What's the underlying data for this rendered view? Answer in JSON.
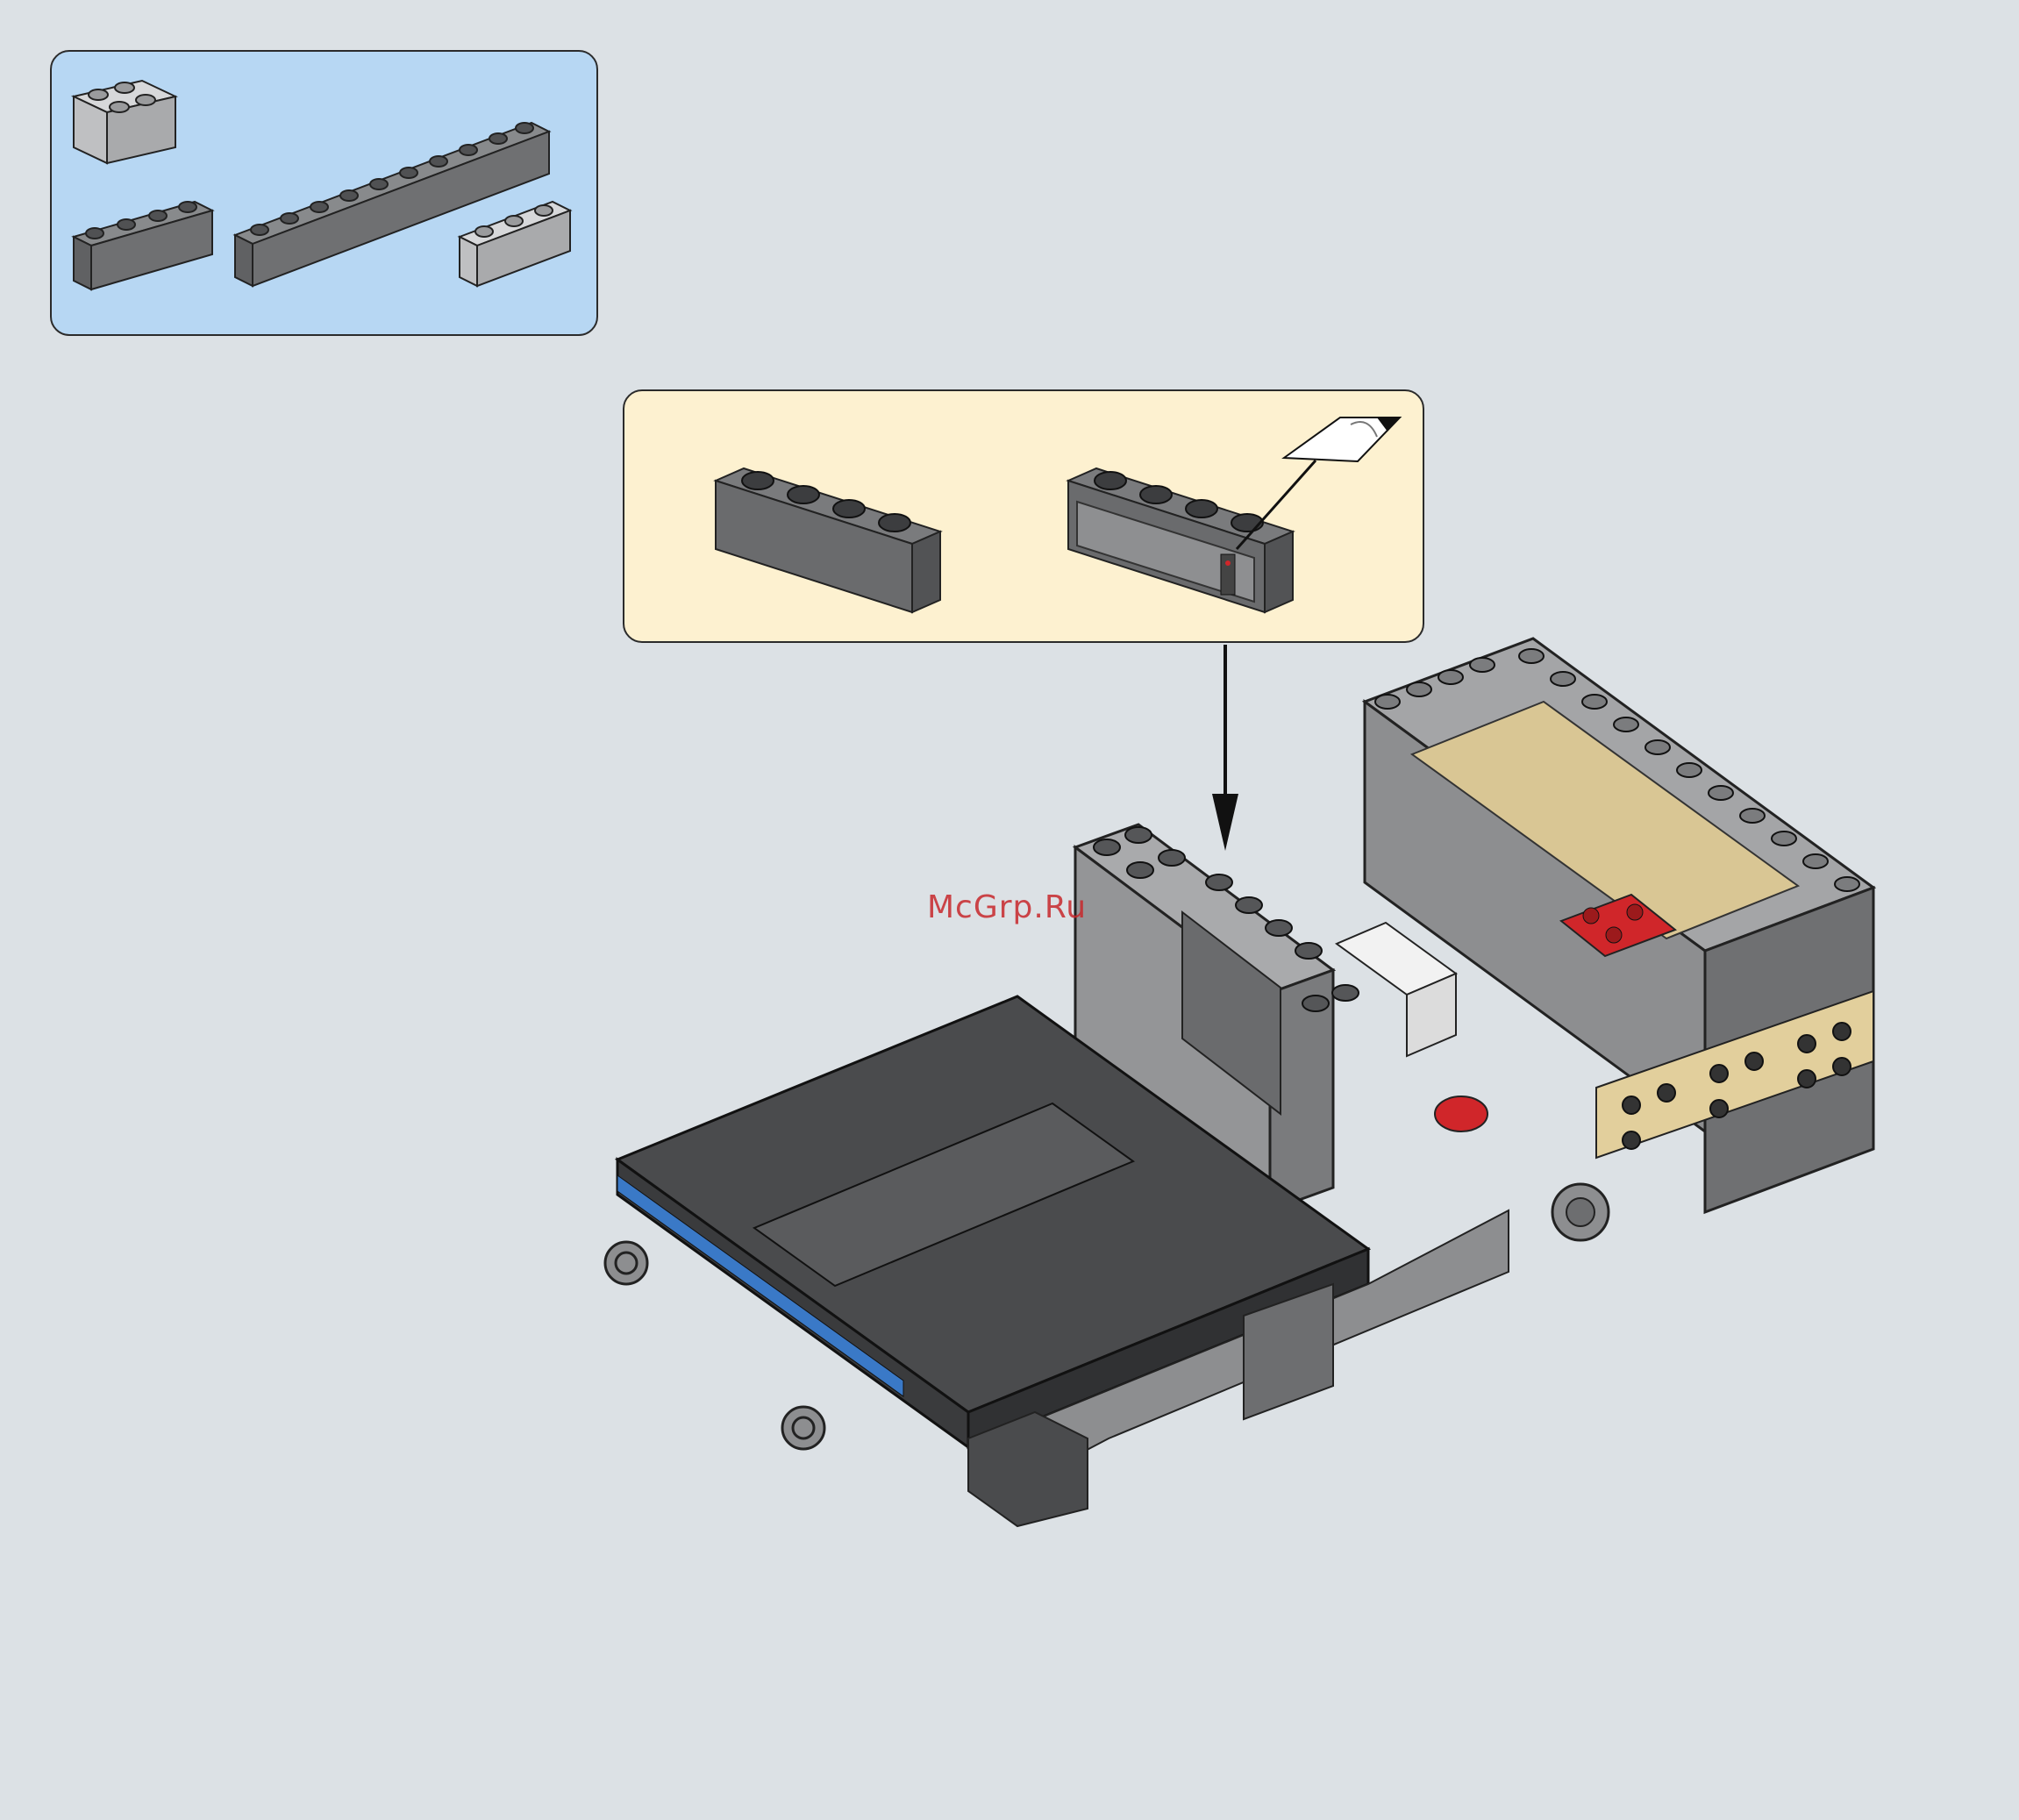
{
  "watermark": "McGrp.Ru",
  "colors": {
    "background": "#dce1e5",
    "parts_panel": "#b7d7f3",
    "subassembly_panel": "#fdf1d0",
    "dark_gray": "#6d6e70",
    "light_gray": "#c3c4c6",
    "black": "#3a3a3a",
    "tan": "#e7d6a6",
    "red": "#d0262a",
    "blue": "#3a79c7"
  },
  "parts_list": [
    {
      "name": "brick-2x2",
      "color": "light-gray"
    },
    {
      "name": "brick-1x4",
      "color": "dark-gray"
    },
    {
      "name": "brick-1x10",
      "color": "dark-gray"
    },
    {
      "name": "brick-1x3",
      "color": "light-gray"
    }
  ],
  "subassembly": [
    {
      "name": "brick-1x4",
      "color": "dark-gray"
    },
    {
      "name": "brick-1x4-with-sticker",
      "color": "dark-gray"
    }
  ],
  "icons": [
    "sticker-icon",
    "arrow-down-icon"
  ]
}
